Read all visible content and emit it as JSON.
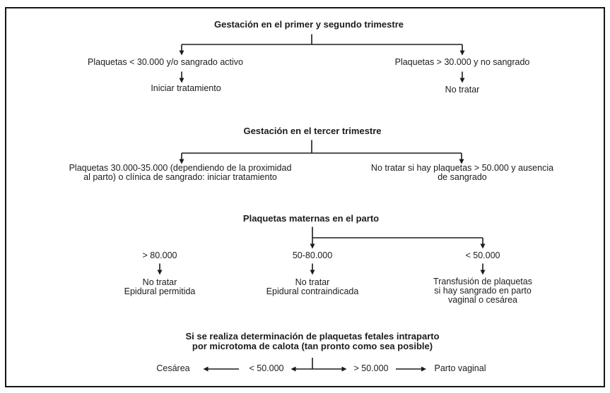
{
  "palette": {
    "ink": "#1c1c1c",
    "background": "#ffffff"
  },
  "flowchart": {
    "trimester12": {
      "title": "Gestación en el primer y segundo trimestre",
      "left_condition": "Plaquetas < 30.000 y/o sangrado activo",
      "left_action": "Iniciar tratamiento",
      "right_condition": "Plaquetas > 30.000 y no sangrado",
      "right_action": "No tratar"
    },
    "trimester3": {
      "title": "Gestación en el tercer trimestre",
      "left_condition_line1": "Plaquetas 30.000-35.000 (dependiendo de la proximidad",
      "left_condition_line2": "al parto) o clínica de sangrado: iniciar tratamiento",
      "right_condition_line1": "No tratar si hay plaquetas > 50.000 y ausencia",
      "right_condition_line2": "de sangrado"
    },
    "maternal_delivery": {
      "title": "Plaquetas maternas en el parto",
      "branch1_range": "> 80.000",
      "branch1_outcome_line1": "No tratar",
      "branch1_outcome_line2": "Epidural permitida",
      "branch2_range": "50-80.000",
      "branch2_outcome_line1": "No tratar",
      "branch2_outcome_line2": "Epidural contraindicada",
      "branch3_range": "< 50.000",
      "branch3_outcome_line1": "Transfusión de plaquetas",
      "branch3_outcome_line2": "si hay sangrado en parto",
      "branch3_outcome_line3": "vaginal o cesárea"
    },
    "fetal_intrapartum": {
      "title_line1": "Si se realiza determinación de plaquetas fetales intraparto",
      "title_line2": "por microtoma de calota (tan pronto como sea posible)",
      "left_outcome": "Cesárea",
      "left_threshold": "< 50.000",
      "right_threshold": "> 50.000",
      "right_outcome": "Parto vaginal"
    }
  }
}
